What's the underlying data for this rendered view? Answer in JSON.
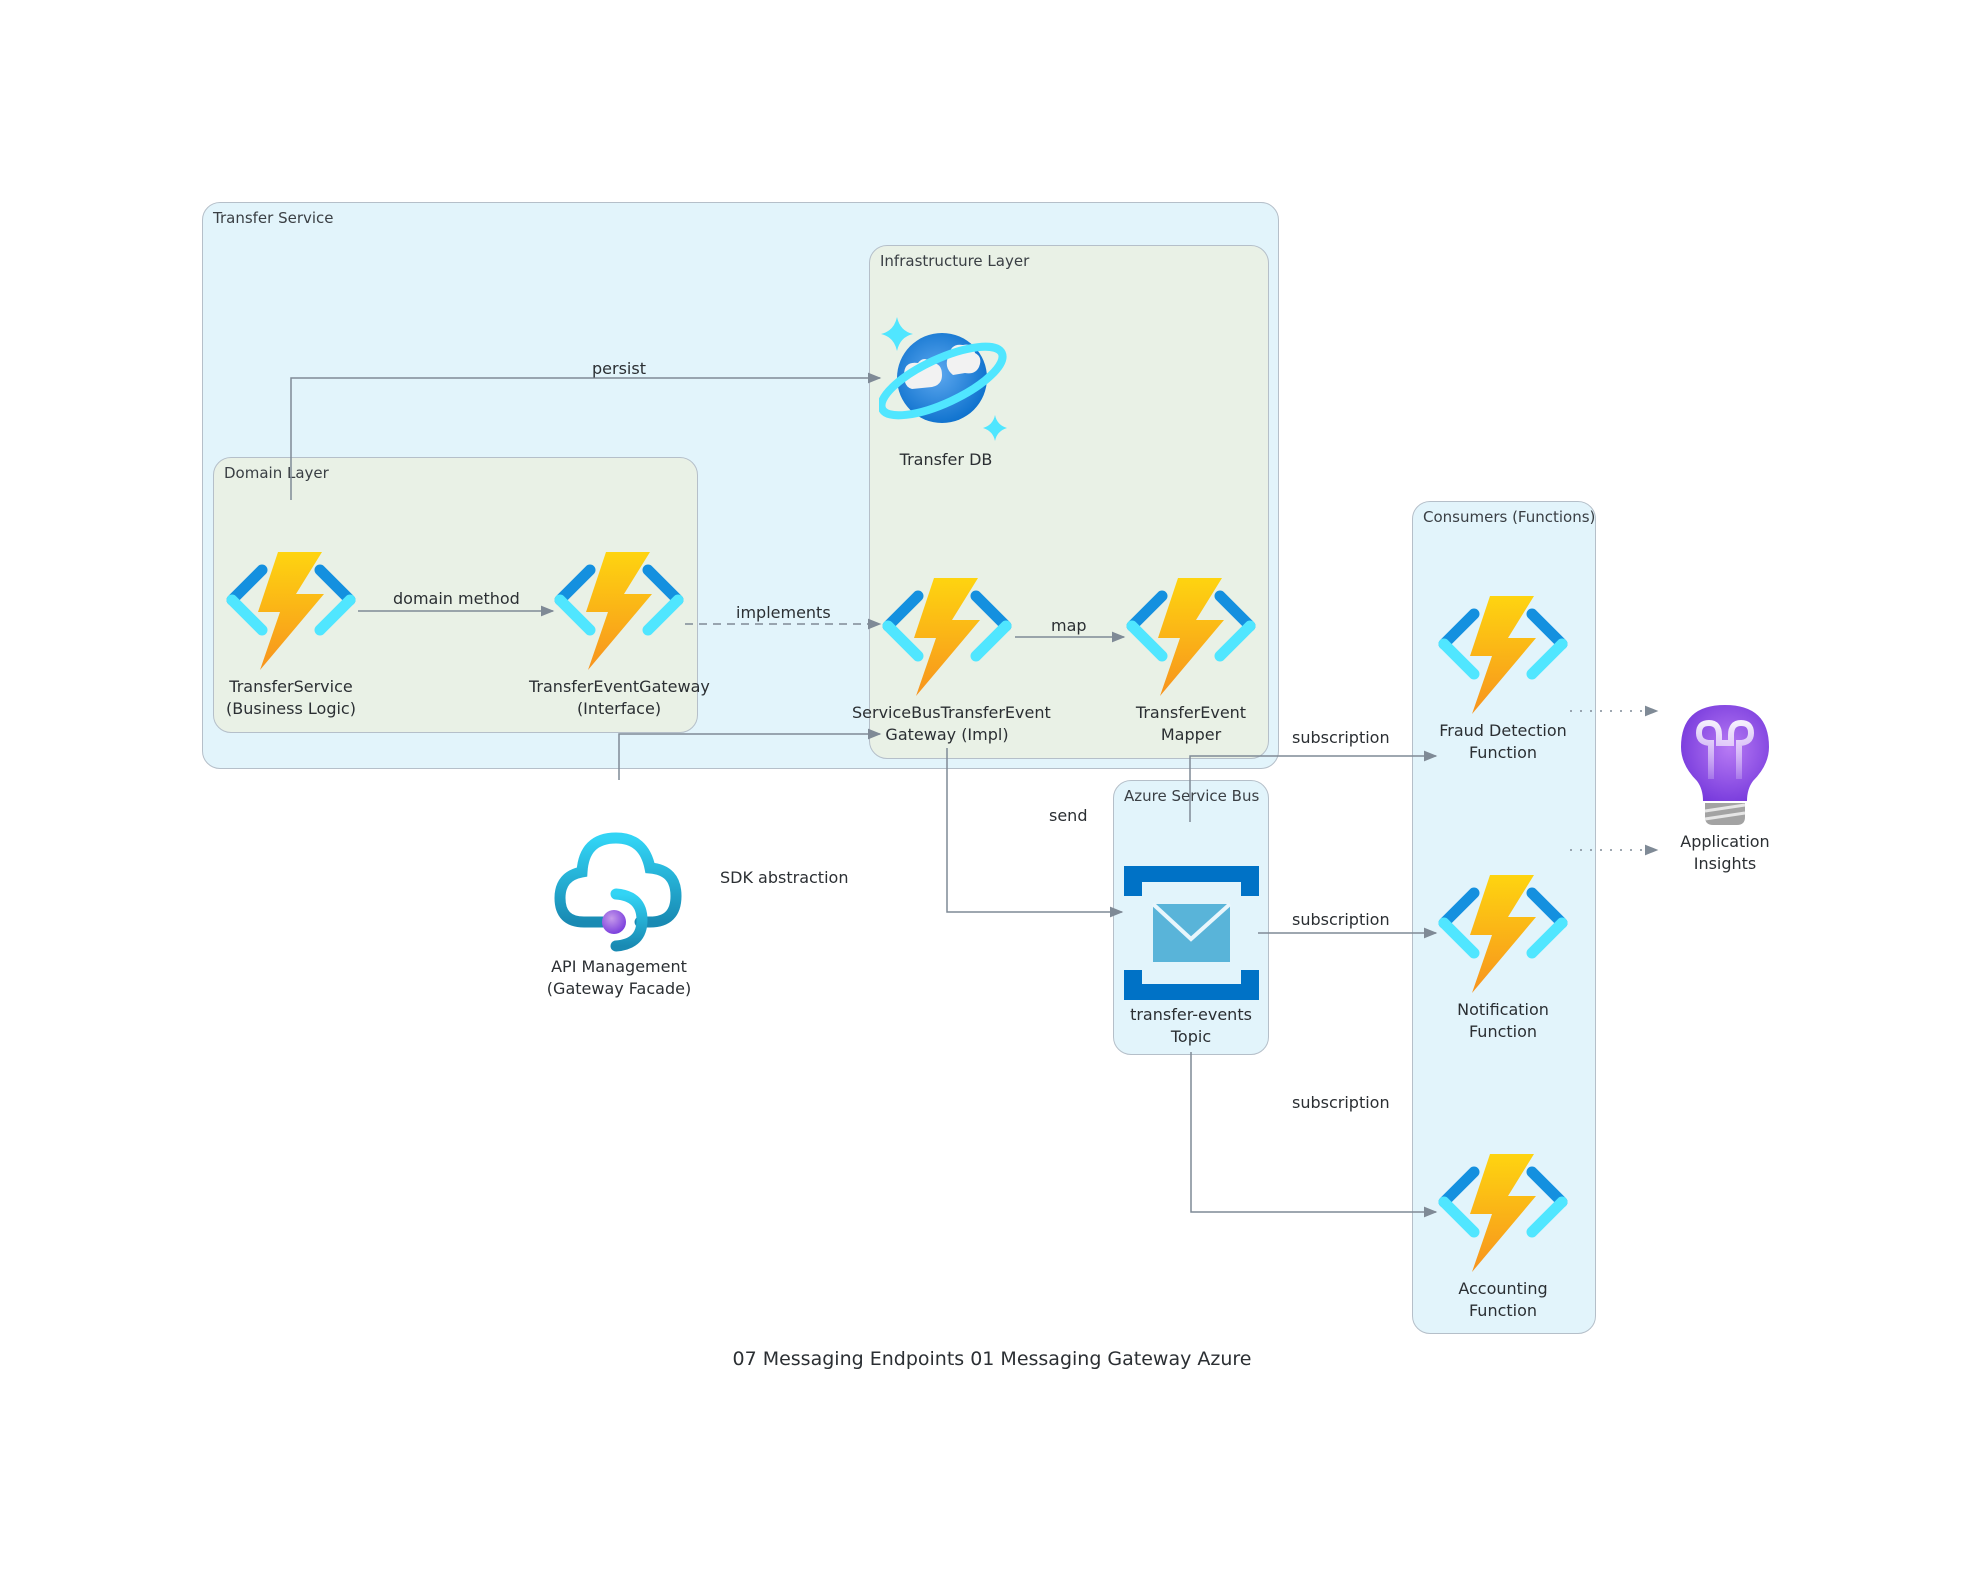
{
  "title": "07 Messaging Endpoints 01 Messaging Gateway Azure",
  "groups": {
    "transfer_service": "Transfer Service",
    "domain_layer": "Domain Layer",
    "infrastructure_layer": "Infrastructure Layer",
    "azure_service_bus": "Azure Service Bus",
    "consumers": "Consumers (Functions)"
  },
  "nodes": {
    "transfer_service": {
      "line1": "TransferService",
      "line2": "(Business Logic)",
      "icon": "azure-function-icon"
    },
    "transfer_event_gateway": {
      "line1": "TransferEventGateway",
      "line2": "(Interface)",
      "icon": "azure-function-icon"
    },
    "transfer_db": {
      "line1": "Transfer DB",
      "icon": "cosmos-db-icon"
    },
    "sb_gateway_impl": {
      "line1": "ServiceBusTransferEvent",
      "line2": "Gateway (Impl)",
      "icon": "azure-function-icon"
    },
    "transfer_event_mapper": {
      "line1": "TransferEvent",
      "line2": "Mapper",
      "icon": "azure-function-icon"
    },
    "api_management": {
      "line1": "API Management",
      "line2": "(Gateway Facade)",
      "icon": "api-management-icon"
    },
    "topic": {
      "line1": "transfer-events",
      "line2": "Topic",
      "icon": "service-bus-topic-icon"
    },
    "fraud_detection": {
      "line1": "Fraud Detection",
      "line2": "Function",
      "icon": "azure-function-icon"
    },
    "notification": {
      "line1": "Notification",
      "line2": "Function",
      "icon": "azure-function-icon"
    },
    "accounting": {
      "line1": "Accounting",
      "line2": "Function",
      "icon": "azure-function-icon"
    },
    "app_insights": {
      "line1": "Application",
      "line2": "Insights",
      "icon": "application-insights-icon"
    }
  },
  "edges": {
    "persist": "persist",
    "domain_method": "domain method",
    "implements": "implements",
    "map": "map",
    "sdk_abstraction": "SDK abstraction",
    "send": "send",
    "subscription_fraud": "subscription",
    "subscription_notification": "subscription",
    "subscription_accounting": "subscription"
  },
  "colors": {
    "group_blue": "#e2f4fb",
    "group_green": "#e9f1e6",
    "edge": "#7f8a96"
  }
}
